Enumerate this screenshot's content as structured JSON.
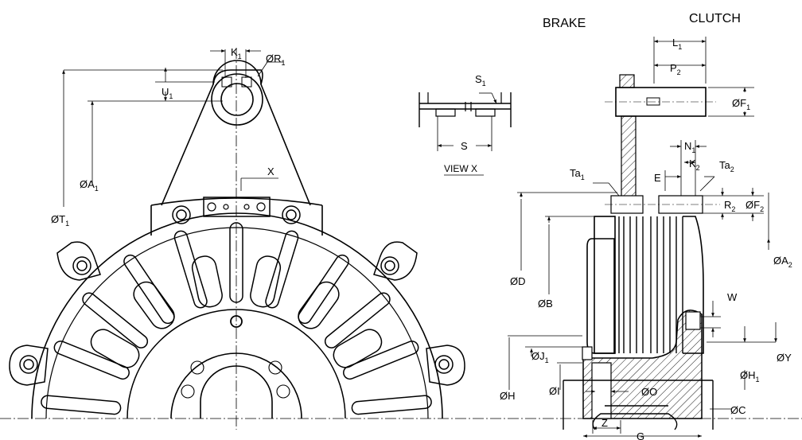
{
  "view_titles": {
    "brake": "BRAKE",
    "clutch": "CLUTCH",
    "view_x": "VIEW X"
  },
  "labels": {
    "K1": {
      "main": "K",
      "sub": "1"
    },
    "R1": {
      "main": "ØR",
      "sub": "1"
    },
    "U1": {
      "main": "U",
      "sub": "1"
    },
    "A1": {
      "main": "ØA",
      "sub": "1"
    },
    "T1": {
      "main": "ØT",
      "sub": "1"
    },
    "X": {
      "main": "X",
      "sub": ""
    },
    "S1": {
      "main": "S",
      "sub": "1"
    },
    "S": {
      "main": "S",
      "sub": ""
    },
    "L1": {
      "main": "L",
      "sub": "1"
    },
    "P2": {
      "main": "P",
      "sub": "2"
    },
    "F1": {
      "main": "ØF",
      "sub": "1"
    },
    "N1": {
      "main": "N",
      "sub": "1"
    },
    "K2": {
      "main": "K",
      "sub": "2"
    },
    "E": {
      "main": "E",
      "sub": ""
    },
    "Ta1": {
      "main": "Ta",
      "sub": "1"
    },
    "Ta2": {
      "main": "Ta",
      "sub": "2"
    },
    "R2": {
      "main": "R",
      "sub": "2"
    },
    "F2": {
      "main": "ØF",
      "sub": "2"
    },
    "A2": {
      "main": "ØA",
      "sub": "2"
    },
    "D": {
      "main": "ØD",
      "sub": ""
    },
    "B": {
      "main": "ØB",
      "sub": ""
    },
    "W": {
      "main": "W",
      "sub": ""
    },
    "Y": {
      "main": "ØY",
      "sub": ""
    },
    "J1": {
      "main": "ØJ",
      "sub": "1"
    },
    "H1": {
      "main": "ØH",
      "sub": "1"
    },
    "H": {
      "main": "ØH",
      "sub": ""
    },
    "I": {
      "main": "ØI",
      "sub": ""
    },
    "O": {
      "main": "ØO",
      "sub": ""
    },
    "C": {
      "main": "ØC",
      "sub": ""
    },
    "Z": {
      "main": "Z",
      "sub": ""
    },
    "G": {
      "main": "G",
      "sub": ""
    }
  }
}
